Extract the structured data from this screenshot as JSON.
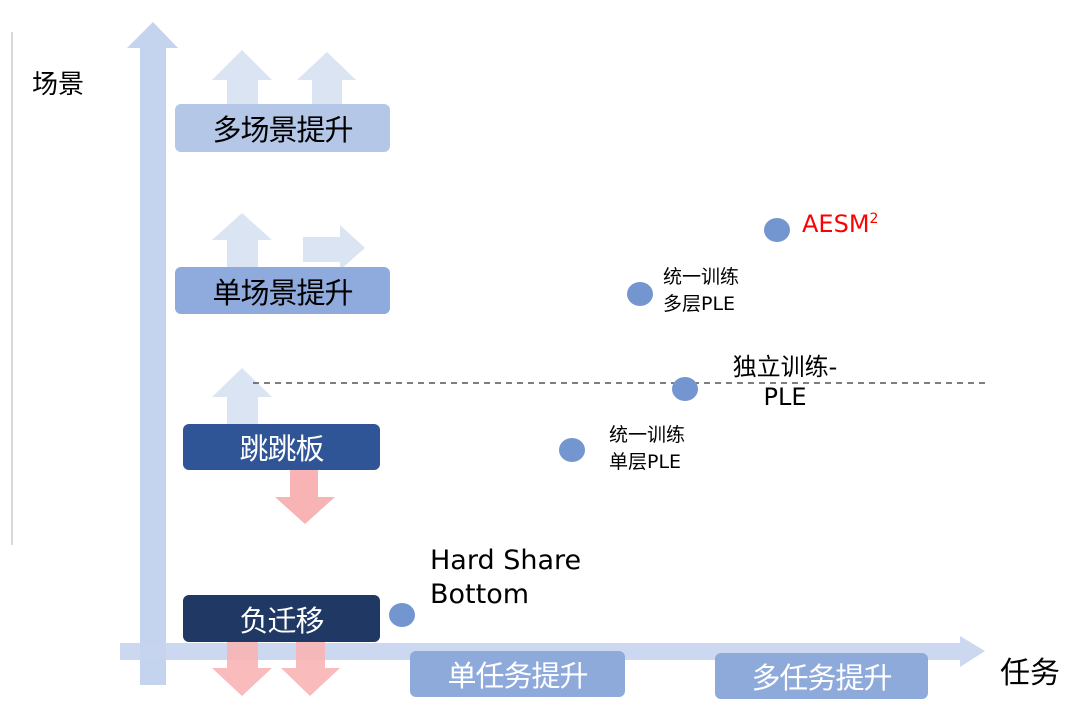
{
  "axes": {
    "y_label": "场景",
    "x_label": "任务"
  },
  "y_levels": [
    {
      "label": "多场景提升",
      "color": "#b4c7e7",
      "text_color": "#000000"
    },
    {
      "label": "单场景提升",
      "color": "#8faadc",
      "text_color": "#000000"
    },
    {
      "label": "跳跳板",
      "color": "#2f5597",
      "text_color": "#ffffff"
    },
    {
      "label": "负迁移",
      "color": "#203864",
      "text_color": "#ffffff"
    }
  ],
  "x_levels": [
    {
      "label": "单任务提升",
      "color": "#8eaadb"
    },
    {
      "label": "多任务提升",
      "color": "#8eaadb"
    }
  ],
  "points": [
    {
      "line1": "Hard Share",
      "line2": "Bottom"
    },
    {
      "line1": "统一训练",
      "line2": "单层PLE"
    },
    {
      "line1": "独立训练-",
      "line2": "PLE"
    },
    {
      "line1": "统一训练",
      "line2": "多层PLE"
    },
    {
      "line1": "AESM",
      "sup": "2",
      "color": "#ff0000"
    }
  ],
  "colors": {
    "axis": "#c5d4ee",
    "up_arrow": "#dbe4f3",
    "down_arrow": "#f8b4b4",
    "dot": "#7396d0"
  }
}
